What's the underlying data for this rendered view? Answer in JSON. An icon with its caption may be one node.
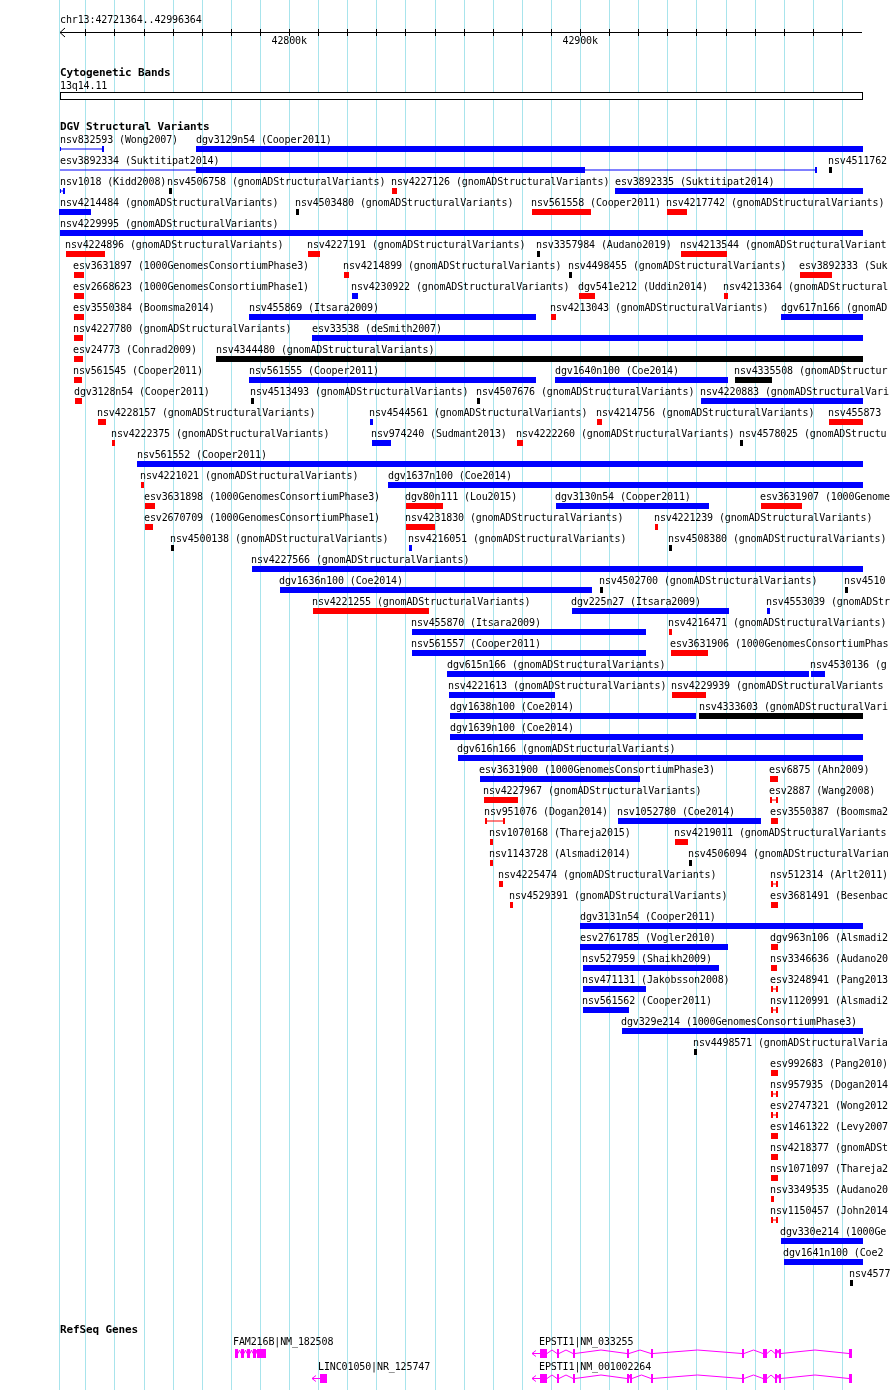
{
  "diagram": {
    "labels": [
      "chr13:42721364..42996364",
      "42800k",
      "42900k",
      "Cytogenetic Bands",
      "13q14.11",
      "DGV Structural Variants",
      "nsv832593 (Wong2007)",
      "dgv3129n54 (Cooper2011)",
      "esv3892334 (Suktitipat2014)",
      "nsv4511762",
      "nsv1018 (Kidd2008)",
      "nsv4506758 (gnomADStructuralVariants)",
      "nsv4227126 (gnomADStructuralVariants)",
      "esv3892335 (Suktitipat2014)",
      "nsv4214484 (gnomADStructuralVariants)",
      "nsv4503480 (gnomADStructuralVariants)",
      "nsv561558 (Cooper2011)",
      "nsv4217742 (gnomADStructuralVariants)",
      "nsv4229995 (gnomADStructuralVariants)",
      "nsv4224896 (gnomADStructuralVariants)",
      "nsv4227191 (gnomADStructuralVariants)",
      "nsv3357984 (Audano2019)",
      "nsv4213544 (gnomADStructuralVariant",
      "esv3631897 (1000GenomesConsortiumPhase3)",
      "nsv4214899 (gnomADStructuralVariants)",
      "nsv4498455 (gnomADStructuralVariants)",
      "esv3892333 (Suk",
      "esv2668623 (1000GenomesConsortiumPhase1)",
      "nsv4230922 (gnomADStructuralVariants)",
      "dgv541e212 (Uddin2014)",
      "nsv4213364 (gnomADStructural",
      "esv3550384 (Boomsma2014)",
      "nsv455869 (Itsara2009)",
      "nsv4213043 (gnomADStructuralVariants)",
      "dgv617n166 (gnomAD",
      "nsv4227780 (gnomADStructuralVariants)",
      "esv33538 (deSmith2007)",
      "esv24773 (Conrad2009)",
      "nsv4344480 (gnomADStructuralVariants)",
      "nsv561545 (Cooper2011)",
      "nsv561555 (Cooper2011)",
      "dgv1640n100 (Coe2014)",
      "nsv4335508 (gnomADStructur",
      "dgv3128n54 (Cooper2011)",
      "nsv4513493 (gnomADStructuralVariants)",
      "nsv4507676 (gnomADStructuralVariants)",
      "nsv4220883 (gnomADStructuralVari",
      "nsv4228157 (gnomADStructuralVariants)",
      "nsv4544561 (gnomADStructuralVariants)",
      "nsv4214756 (gnomADStructuralVariants)",
      "nsv455873",
      "nsv4222375 (gnomADStructuralVariants)",
      "nsv974240 (Sudmant2013)",
      "nsv4222260 (gnomADStructuralVariants)",
      "nsv4578025 (gnomADStructu",
      "nsv561552 (Cooper2011)",
      "nsv4221021 (gnomADStructuralVariants)",
      "dgv1637n100 (Coe2014)",
      "esv3631898 (1000GenomesConsortiumPhase3)",
      "dgv80n111 (Lou2015)",
      "dgv3130n54 (Cooper2011)",
      "esv3631907 (1000Genome",
      "esv2670709 (1000GenomesConsortiumPhase1)",
      "nsv4231830 (gnomADStructuralVariants)",
      "nsv4221239 (gnomADStructuralVariants)",
      "nsv4500138 (gnomADStructuralVariants)",
      "nsv4216051 (gnomADStructuralVariants)",
      "nsv4508380 (gnomADStructuralVariants)",
      "nsv4227566 (gnomADStructuralVariants)",
      "dgv1636n100 (Coe2014)",
      "nsv4502700 (gnomADStructuralVariants)",
      "nsv4510",
      "nsv4221255 (gnomADStructuralVariants)",
      "dgv225n27 (Itsara2009)",
      "nsv4553039 (gnomADStr",
      "nsv455870 (Itsara2009)",
      "nsv4216471 (gnomADStructuralVariants)",
      "nsv561557 (Cooper2011)",
      "esv3631906 (1000GenomesConsortiumPhas",
      "dgv615n166 (gnomADStructuralVariants)",
      "nsv4530136 (g",
      "nsv4221613 (gnomADStructuralVariants)",
      "nsv4229939 (gnomADStructuralVariants",
      "dgv1638n100 (Coe2014)",
      "nsv4333603 (gnomADStructuralVari",
      "dgv1639n100 (Coe2014)",
      "dgv616n166 (gnomADStructuralVariants)",
      "esv3631900 (1000GenomesConsortiumPhase3)",
      "esv6875 (Ahn2009)",
      "nsv4227967 (gnomADStructuralVariants)",
      "esv2887 (Wang2008)",
      "nsv951076 (Dogan2014)",
      "nsv1052780 (Coe2014)",
      "esv3550387 (Boomsma2",
      "nsv1070168 (Thareja2015)",
      "nsv4219011 (gnomADStructuralVariants",
      "nsv1143728 (Alsmadi2014)",
      "nsv4506094 (gnomADStructuralVarian",
      "nsv4225474 (gnomADStructuralVariants)",
      "nsv512314 (Arlt2011)",
      "nsv4529391 (gnomADStructuralVariants)",
      "esv3681491 (Besenbac",
      "dgv3131n54 (Cooper2011)",
      "esv2761785 (Vogler2010)",
      "dgv963n106 (Alsmadi2",
      "nsv527959 (Shaikh2009)",
      "nsv3346636 (Audano20",
      "nsv471131 (Jakobsson2008)",
      "esv3248941 (Pang2013",
      "nsv561562 (Cooper2011)",
      "nsv1120991 (Alsmadi2",
      "dgv329e214 (1000GenomesConsortiumPhase3)",
      "nsv4498571 (gnomADStructuralVaria",
      "esv992683 (Pang2010)",
      "nsv957935 (Dogan2014",
      "esv2747321 (Wong2012",
      "esv1461322 (Levy2007",
      "nsv4218377 (gnomADSt",
      "nsv1071097 (Thareja2",
      "nsv3349535 (Audano20",
      "nsv1150457 (John2014",
      "dgv330e214 (1000Ge",
      "dgv1641n100 (Coe2",
      "nsv4577",
      "RefSeq Genes",
      "FAM216B|NM_182508",
      "EPSTI1|NM_033255",
      "LINC01050|NR_125747",
      "EPSTI1|NM_001002264"
    ]
  }
}
